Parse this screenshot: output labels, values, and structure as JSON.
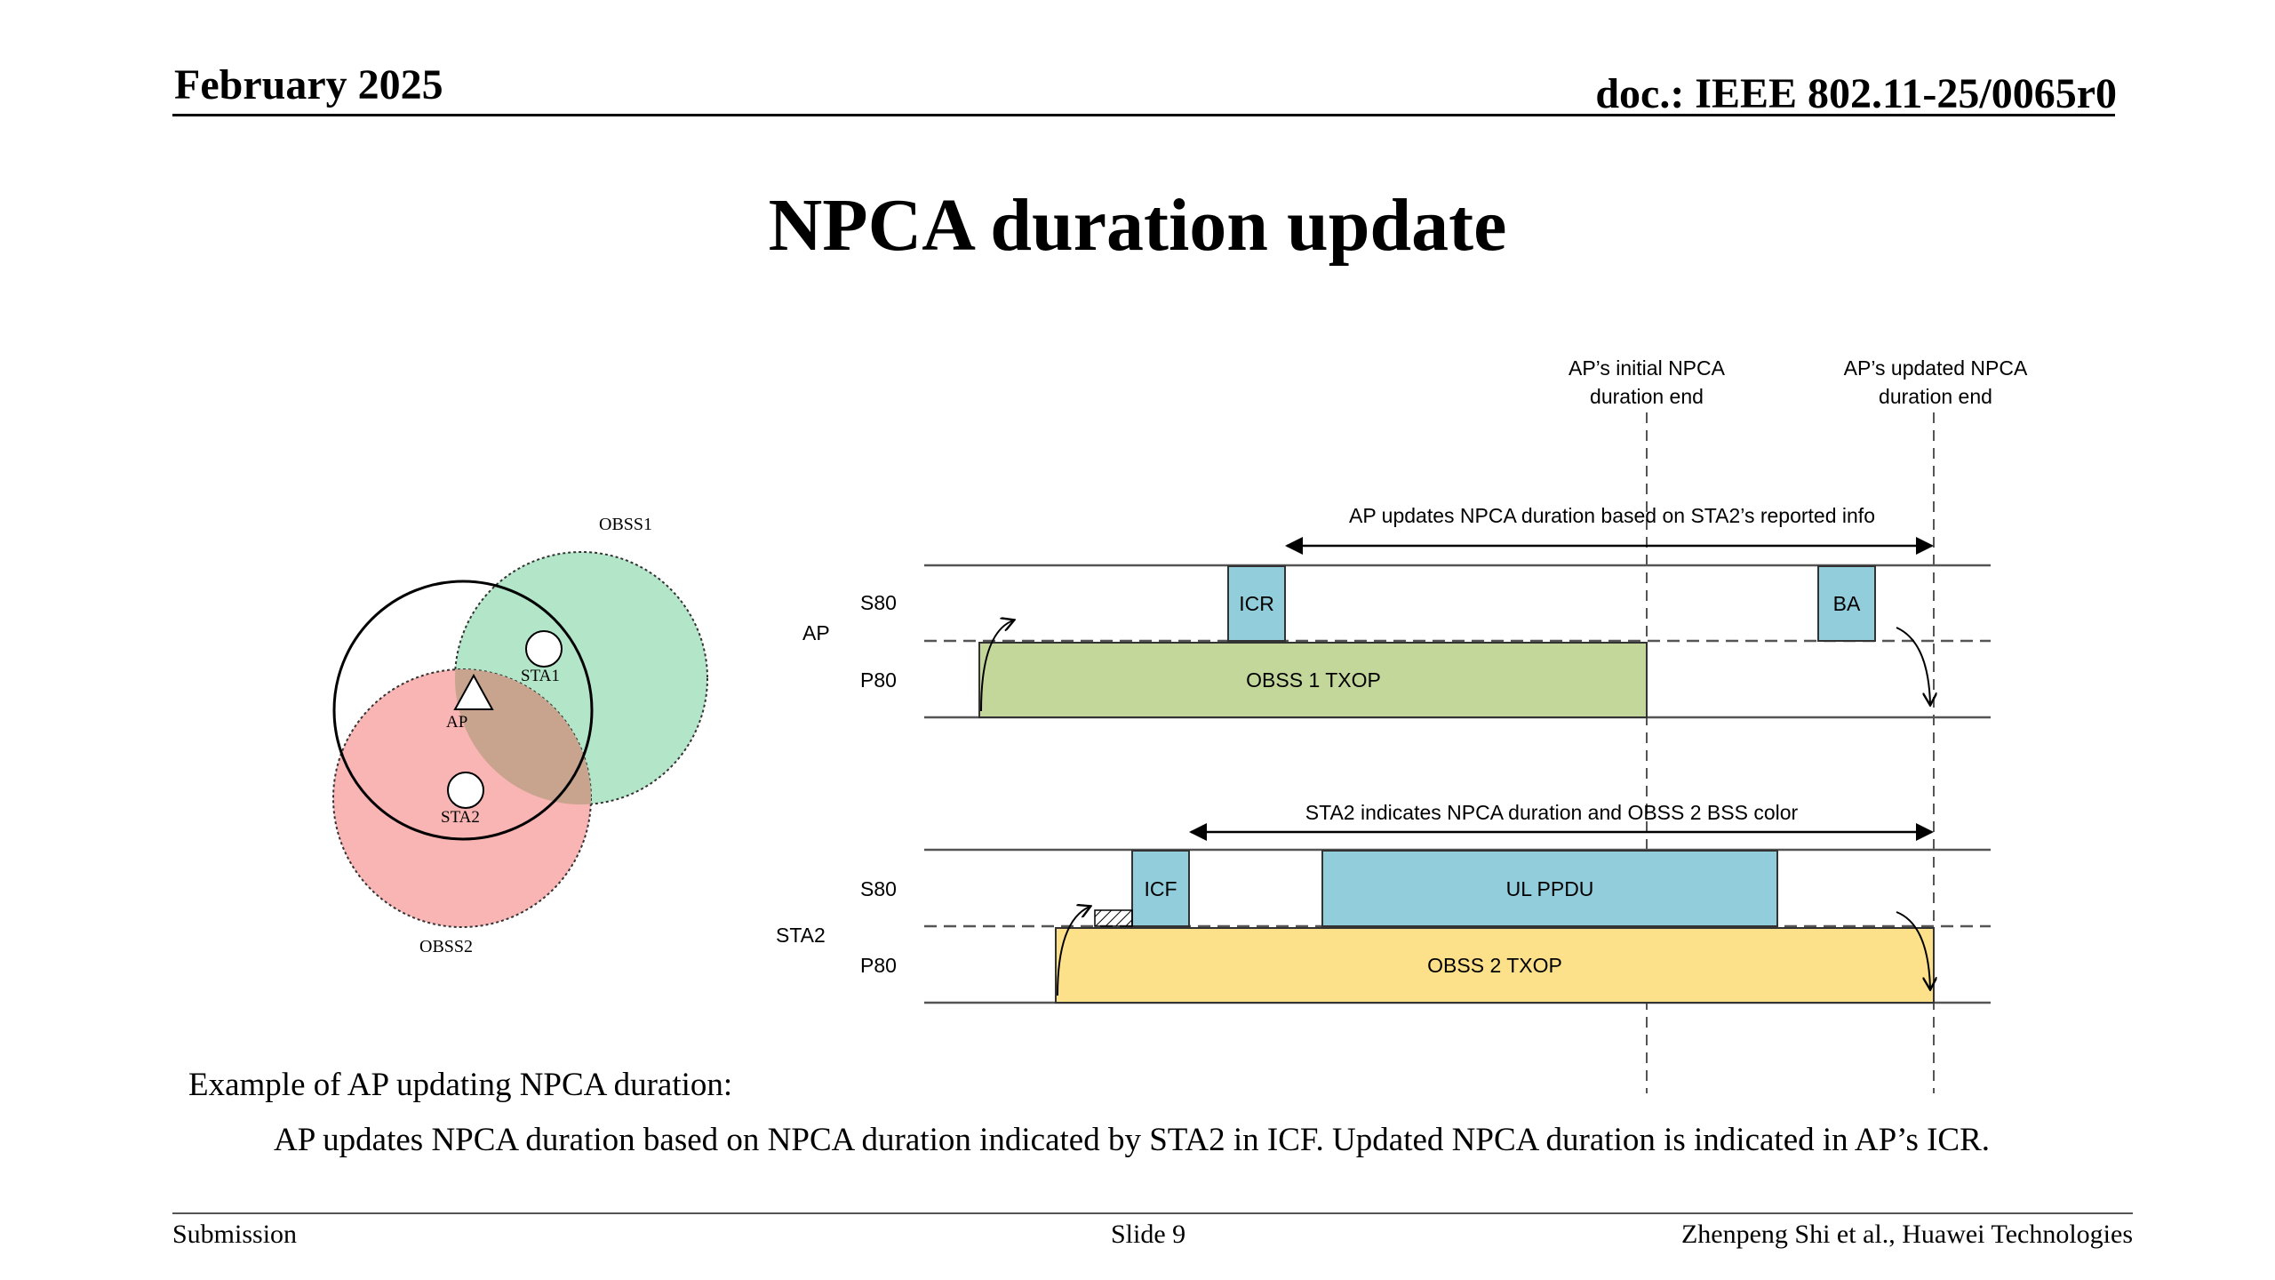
{
  "header": {
    "date": "February 2025",
    "doc_id": "doc.: IEEE 802.11-25/0065r0"
  },
  "title": "NPCA duration update",
  "venn": {
    "obss1_label": "OBSS1",
    "obss2_label": "OBSS2",
    "ap_label": "AP",
    "sta1_label": "STA1",
    "sta2_label": "STA2",
    "colors": {
      "obss1_fill": "#b3e6c8",
      "obss2_fill": "#f9b4b4",
      "overlap_fill": "#c8a48e"
    }
  },
  "timeline": {
    "marker_initial": [
      "AP’s initial NPCA",
      "duration end"
    ],
    "marker_updated": [
      "AP’s updated NPCA",
      "duration end"
    ],
    "ap_span_label": "AP updates NPCA duration based on STA2’s reported info",
    "sta2_span_label": "STA2 indicates NPCA duration and OBSS 2 BSS color",
    "ap_row_label": "AP",
    "sta2_row_label": "STA2",
    "s80_label": "S80",
    "p80_label": "P80",
    "blocks": {
      "icr": "ICR",
      "ba": "BA",
      "obss1_txop": "OBSS 1 TXOP",
      "icf": "ICF",
      "ul_ppdu": "UL PPDU",
      "obss2_txop": "OBSS 2 TXOP"
    },
    "colors": {
      "blue_block": "#92cddc",
      "green_block": "#c4d79b",
      "yellow_block": "#fde08a"
    }
  },
  "caption": {
    "line1": "Example of AP updating NPCA duration:",
    "line2": "AP updates NPCA duration based on NPCA duration indicated by STA2 in ICF. Updated NPCA duration is indicated in AP’s ICR."
  },
  "footer": {
    "left": "Submission",
    "center": "Slide 9",
    "right": "Zhenpeng Shi et al., Huawei Technologies"
  }
}
